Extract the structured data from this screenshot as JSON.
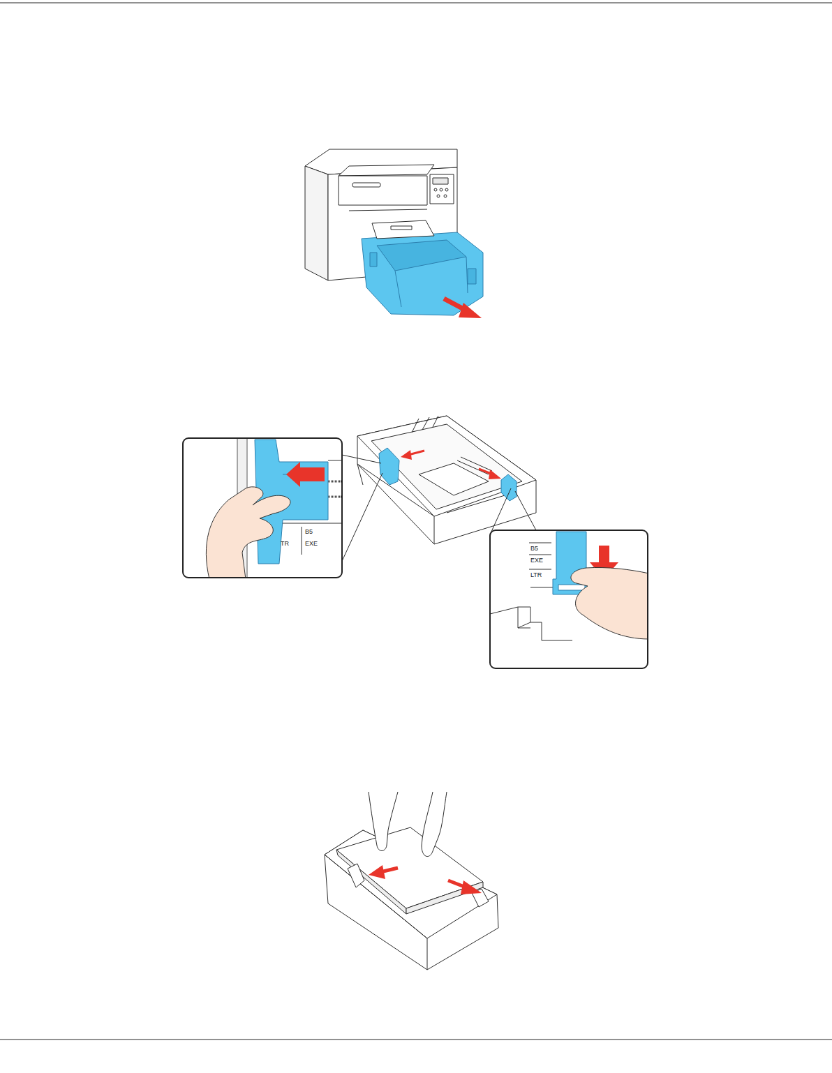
{
  "diagram": {
    "labels": [
      "B5",
      "EXE",
      "TR",
      "B5",
      "EXE",
      "LTR"
    ]
  }
}
